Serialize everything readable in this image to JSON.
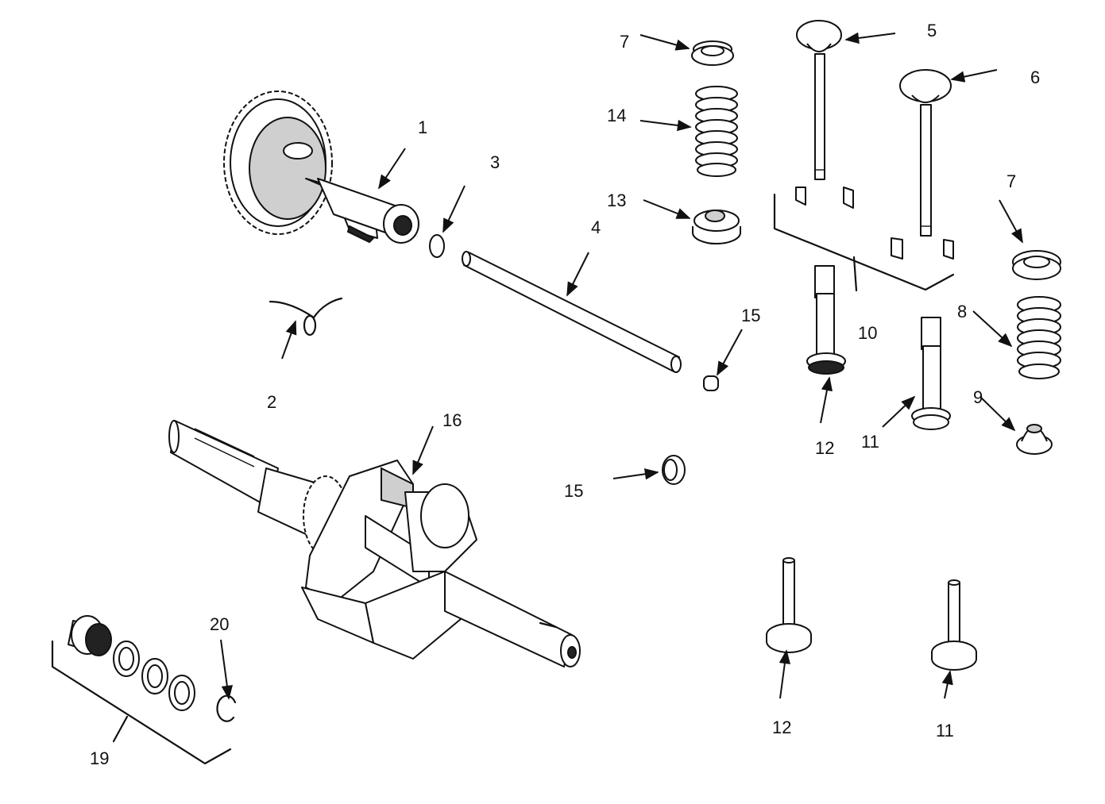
{
  "callouts": {
    "camshaft": "1",
    "spring_2": "2",
    "washer_3": "3",
    "shaft_4": "4",
    "valve_5": "5",
    "valve_6": "6",
    "retainer_7a": "7",
    "retainer_7b": "7",
    "spring_8": "8",
    "seat_9": "9",
    "tappet_10": "10",
    "tappet_11_top": "11",
    "tappet_11_bottom": "11",
    "tappet_12_top": "12",
    "tappet_12_bottom": "12",
    "seat_13": "13",
    "spring_14": "14",
    "plug_15a": "15",
    "ring_15b": "15",
    "crankshaft_16": "16",
    "bearing_kit_19": "19",
    "clip_20": "20"
  }
}
